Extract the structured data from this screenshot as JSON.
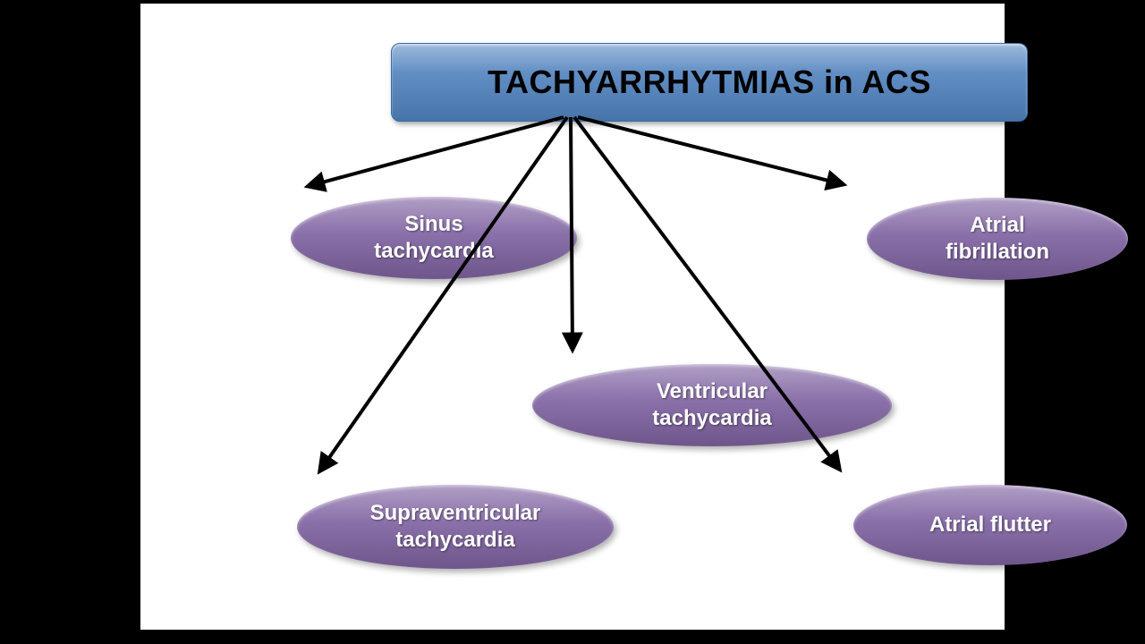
{
  "diagram": {
    "title": "TACHYARRHYTMIAS in ACS",
    "nodes": [
      {
        "id": "sinus-tachycardia",
        "label": "Sinus tachycardia"
      },
      {
        "id": "atrial-fibrillation",
        "label": "Atrial fibrillation"
      },
      {
        "id": "ventricular-tachycardia",
        "label": "Ventricular tachycardia"
      },
      {
        "id": "supraventricular-tachycardia",
        "label": "Supraventricular tachycardia"
      },
      {
        "id": "atrial-flutter",
        "label": "Atrial flutter"
      }
    ],
    "colors": {
      "title_bg": "#4f81bd",
      "node_bg": "#8064a2",
      "arrow": "#000000",
      "slide_bg": "#ffffff",
      "letterbox_bg": "#000000"
    }
  }
}
